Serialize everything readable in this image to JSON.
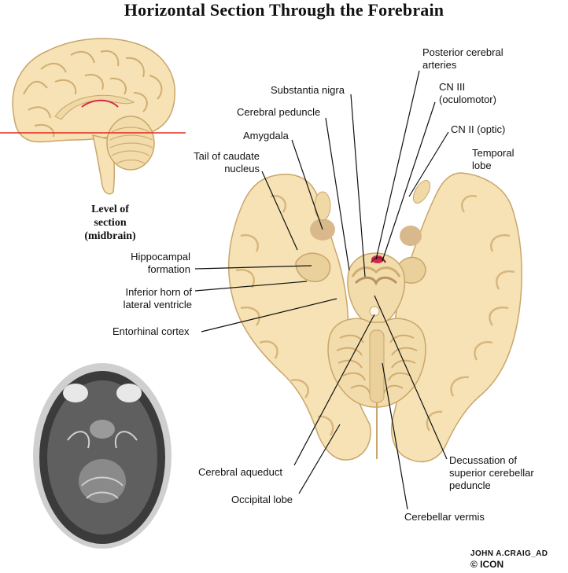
{
  "title": "Horizontal Section Through the Forebrain",
  "level_caption": "Level of\nsection\n(midbrain)",
  "labels": {
    "posterior_cerebral_arteries": "Posterior cerebral\narteries",
    "substantia_nigra": "Substantia nigra",
    "cn_iii": "CN III\n(oculomotor)",
    "cerebral_peduncle": "Cerebral peduncle",
    "cn_ii": "CN II (optic)",
    "amygdala": "Amygdala",
    "temporal_lobe": "Temporal\nlobe",
    "tail_caudate": "Tail of caudate\nnucleus",
    "hippocampal_formation": "Hippocampal\nformation",
    "inferior_horn": "Inferior horn of\nlateral ventricle",
    "entorhinal_cortex": "Entorhinal cortex",
    "decussation": "Decussation of\nsuperior cerebellar\npeduncle",
    "cerebral_aqueduct": "Cerebral aqueduct",
    "occipital_lobe": "Occipital lobe",
    "cerebellar_vermis": "Cerebellar vermis"
  },
  "signature": {
    "name": "JOHN A.CRAIG_AD",
    "copyright": "© ICON"
  },
  "colors": {
    "tissue": "#f6e2b4",
    "tissue_dark": "#e6c98f",
    "gray_matter": "#d9b98c",
    "outline": "#c9a66b",
    "section_line": "#e0281c",
    "vessel": "#d4284a",
    "mri_bg": "#1a1a1a"
  }
}
